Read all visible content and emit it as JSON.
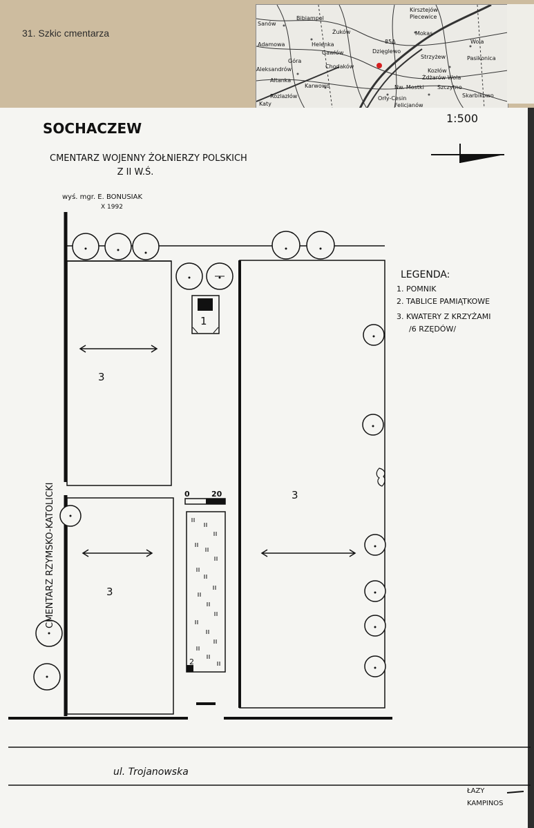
{
  "caption": "31. Szkic cmentarza",
  "minimap": {
    "labels": [
      "Kirsztejów",
      "Plecewice",
      "Bibiampol",
      "Żuków",
      "Mokas",
      "Adamowa",
      "Helenka",
      "Gawłów",
      "Dzięglewo",
      "Strzyżew",
      "Wola",
      "Pasikonica",
      "Góra",
      "Chodaków",
      "Aleksandrów",
      "Altanka",
      "Kozłów",
      "Karwowo",
      "Nw. Mostki",
      "Szczytno",
      "Rozlazłów",
      "Orły-Cesin",
      "Skarbikowo",
      "Felicjanów",
      "Żdżarów Wola",
      "Sanów",
      "Katy",
      "85Δ"
    ]
  },
  "sheet": {
    "city": "SOCHACZEW",
    "scale": "1:500",
    "title_line1": "CMENTARZ WOJENNY ŻOŁNIERZY POLSKICH",
    "title_line2": "Z II W.Ś.",
    "author_line1": "wyś. mgr. E. BONUSIAK",
    "author_line2": "X 1992",
    "legend_title": "LEGENDA:",
    "legend": [
      "1. POMNIK",
      "2. TABLICE PAMIĄTKOWE",
      "3. KWATERY Z KRZYŻAMI",
      "/6 RZĘDÓW/"
    ],
    "side_label": "CMENTARZ RZYMSKO-KATOLICKI",
    "scalebar_left": "0",
    "scalebar_right": "20",
    "street": "ul. Trojanowska",
    "road_label_line1": "ŁAZY",
    "road_label_line2": "KAMPINOS",
    "markers": {
      "monument": "1",
      "plaques": "2",
      "plot_upper_left": "3",
      "plot_lower_left": "3",
      "plot_right": "3"
    }
  },
  "colors": {
    "paper": "#f5f5f2",
    "ink": "#111111",
    "card": "#cdbc9f",
    "red_dot": "#d62020"
  }
}
